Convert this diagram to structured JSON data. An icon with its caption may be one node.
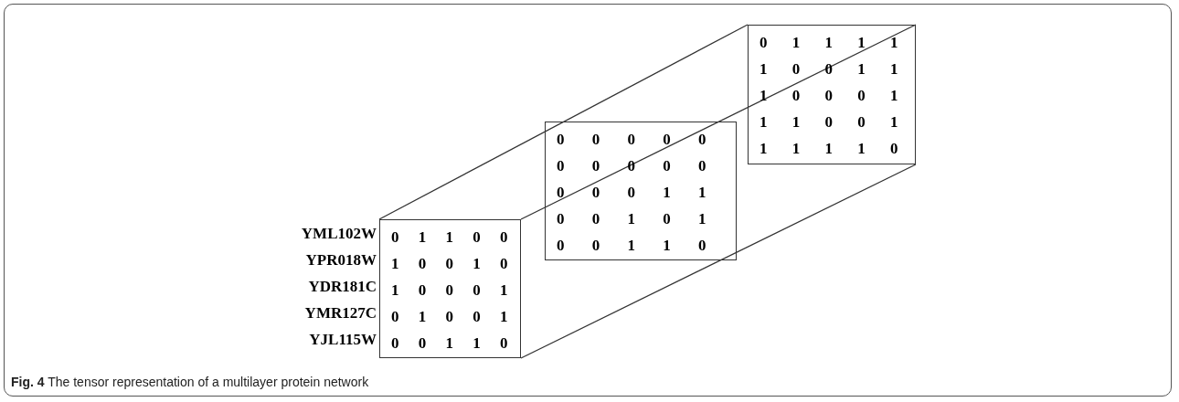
{
  "diagram": {
    "caption": "**Fig. 4** The tensor representation of a multilayer protein network",
    "nodes": [
      {
        "text": [
          "0 1 1 0 0",
          "1 0 0 1 0",
          "1 0 0 0 1",
          "0 1 0 0 1",
          "0 0 1 1 0"
        ]
      },
      {
        "text": [
          "0 0 0 0 0",
          "0 0 0 0 0",
          "0 0 0 1 1",
          "0 0 1 0 1",
          "0 0 1 1 0"
        ]
      },
      {
        "text": [
          "0 1 1 1 1",
          "1 0 0 1 1",
          "1 0 0 0 1",
          "1 1 0 0 1",
          "1 1 1 1 0"
        ]
      }
    ],
    "labels": [
      "YML102W",
      "YPR018W",
      "YDR181C",
      "YMR127C",
      "YJL115W"
    ]
  }
}
